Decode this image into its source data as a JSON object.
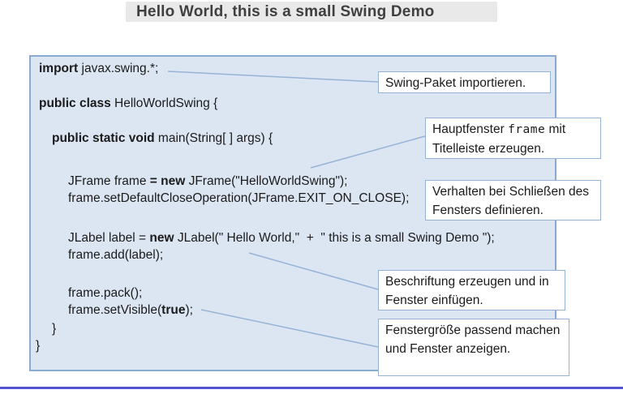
{
  "window": {
    "title": "Hello World, this is a small Swing Demo"
  },
  "code": {
    "lines": [
      {
        "segments": [
          {
            "t": "import",
            "b": true
          },
          {
            "t": " javax.swing.*;"
          }
        ]
      },
      {
        "segments": [
          {
            "t": "public class",
            "b": true
          },
          {
            "t": " HelloWorldSwing {"
          }
        ]
      },
      {
        "segments": [
          {
            "t": "public static void",
            "b": true
          },
          {
            "t": " main(String[ ] args) {"
          }
        ]
      },
      {
        "segments": [
          {
            "t": "JFrame frame "
          },
          {
            "t": "= new",
            "b": true
          },
          {
            "t": " JFrame(\"HelloWorldSwing\");"
          }
        ]
      },
      {
        "segments": [
          {
            "t": "frame.setDefaultCloseOperation(JFrame.EXIT_ON_CLOSE);"
          }
        ]
      },
      {
        "segments": [
          {
            "t": "JLabel label = "
          },
          {
            "t": "new",
            "b": true
          },
          {
            "t": " JLabel(\" Hello World,\"  +  \" this is a small Swing Demo \");"
          }
        ]
      },
      {
        "segments": [
          {
            "t": "frame.add(label);"
          }
        ]
      },
      {
        "segments": [
          {
            "t": "frame.pack();"
          }
        ]
      },
      {
        "segments": [
          {
            "t": "frame.setVisible("
          },
          {
            "t": "true",
            "b": true
          },
          {
            "t": ");"
          }
        ]
      },
      {
        "segments": [
          {
            "t": "}"
          }
        ]
      },
      {
        "segments": [
          {
            "t": "}"
          }
        ]
      }
    ]
  },
  "callouts": [
    {
      "segments": [
        {
          "t": "Swing-Paket importieren."
        }
      ]
    },
    {
      "segments": [
        {
          "t": "Hauptfenster "
        },
        {
          "t": "frame",
          "mono": true
        },
        {
          "t": "  mit Titelleiste erzeugen."
        }
      ]
    },
    {
      "segments": [
        {
          "t": "Verhalten bei Schließen des Fensters definieren."
        }
      ]
    },
    {
      "segments": [
        {
          "t": "Beschriftung erzeugen und in Fenster einfügen."
        }
      ]
    },
    {
      "segments": [
        {
          "t": "Fenstergröße passend machen und Fenster anzeigen."
        }
      ]
    }
  ],
  "colors": {
    "panel_fill": "#dce6f2",
    "panel_border": "#8aabd1",
    "callout_border": "#95b3d7",
    "connector": "#95b3d7",
    "titlebar_bg": "#e9e9e9",
    "title_text": "#3f3f3f",
    "footer_rule": "#5452d4",
    "code_text": "#1b1b1b"
  }
}
